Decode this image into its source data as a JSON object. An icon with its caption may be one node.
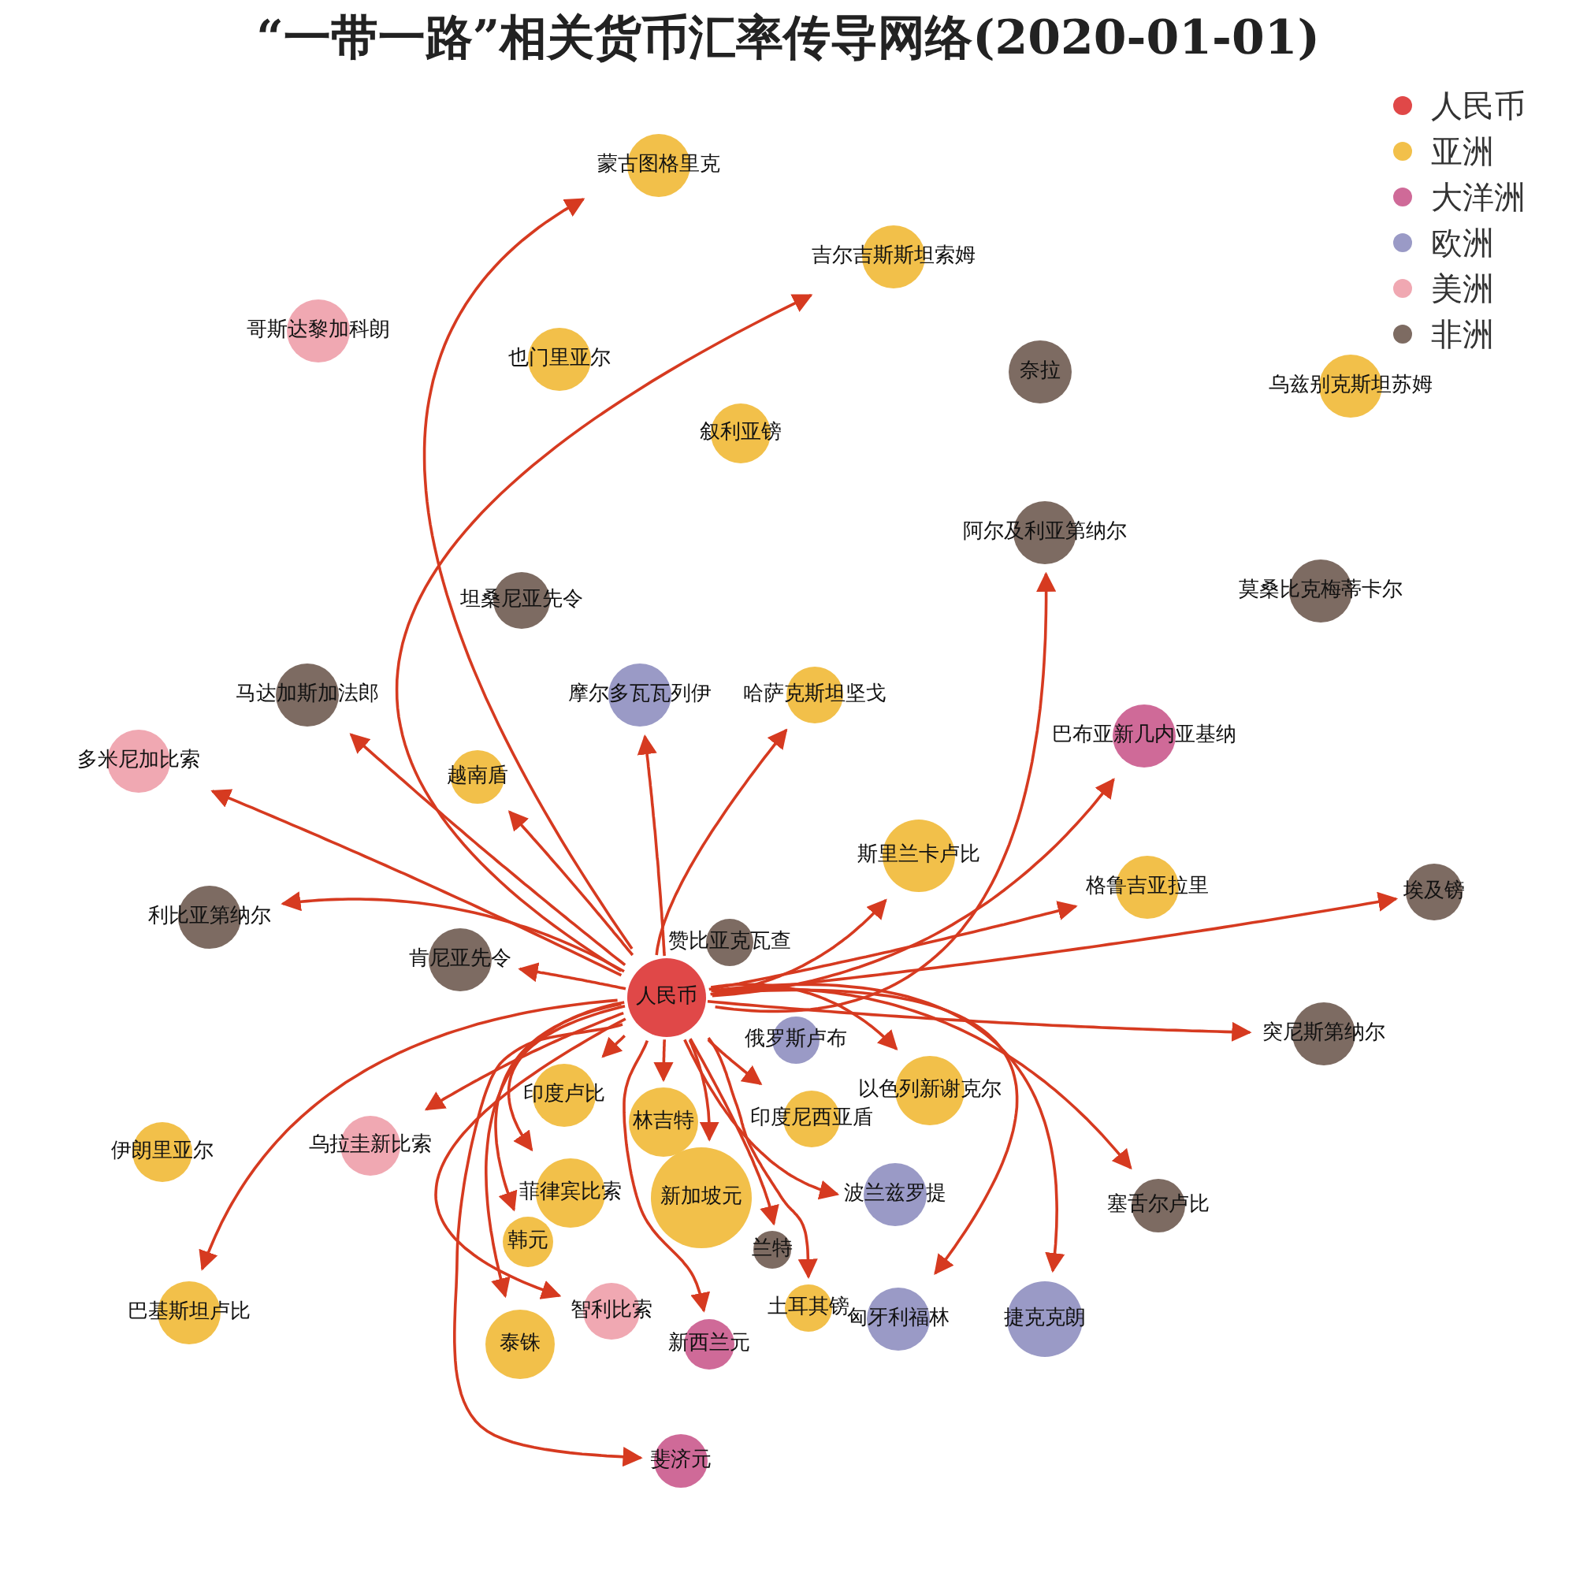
{
  "diagram": {
    "title": "“一带一路”相关货币汇率传导网络(2020-01-01)",
    "nodes": [
      {
        "text": [
          "人民币"
        ]
      },
      {
        "text": [
          "蒙古图格里克"
        ]
      },
      {
        "text": [
          "吉尔吉斯斯坦索姆"
        ]
      },
      {
        "text": [
          "哥斯达黎加科朗"
        ]
      },
      {
        "text": [
          "也门里亚尔"
        ]
      },
      {
        "text": [
          "奈拉"
        ]
      },
      {
        "text": [
          "乌兹别克斯坦苏姆"
        ]
      },
      {
        "text": [
          "叙利亚镑"
        ]
      },
      {
        "text": [
          "阿尔及利亚第纳尔"
        ]
      },
      {
        "text": [
          "莫桑比克梅蒂卡尔"
        ]
      },
      {
        "text": [
          "坦桑尼亚先令"
        ]
      },
      {
        "text": [
          "马达加斯加法郎"
        ]
      },
      {
        "text": [
          "摩尔多瓦瓦列伊"
        ]
      },
      {
        "text": [
          "哈萨克斯坦坚戈"
        ]
      },
      {
        "text": [
          "巴布亚新几内亚基纳"
        ]
      },
      {
        "text": [
          "多米尼加比索"
        ]
      },
      {
        "text": [
          "越南盾"
        ]
      },
      {
        "text": [
          "斯里兰卡卢比"
        ]
      },
      {
        "text": [
          "格鲁吉亚拉里"
        ]
      },
      {
        "text": [
          "埃及镑"
        ]
      },
      {
        "text": [
          "利比亚第纳尔"
        ]
      },
      {
        "text": [
          "赞比亚克瓦查"
        ]
      },
      {
        "text": [
          "肯尼亚先令"
        ]
      },
      {
        "text": [
          "俄罗斯卢布"
        ]
      },
      {
        "text": [
          "突尼斯第纳尔"
        ]
      },
      {
        "text": [
          "印度卢比"
        ]
      },
      {
        "text": [
          "以色列新谢克尔"
        ]
      },
      {
        "text": [
          "林吉特"
        ]
      },
      {
        "text": [
          "印度尼西亚盾"
        ]
      },
      {
        "text": [
          "伊朗里亚尔"
        ]
      },
      {
        "text": [
          "乌拉圭新比索"
        ]
      },
      {
        "text": [
          "菲律宾比索"
        ]
      },
      {
        "text": [
          "新加坡元"
        ]
      },
      {
        "text": [
          "波兰兹罗提"
        ]
      },
      {
        "text": [
          "塞舌尔卢比"
        ]
      },
      {
        "text": [
          "韩元"
        ]
      },
      {
        "text": [
          "兰特"
        ]
      },
      {
        "text": [
          "智利比索"
        ]
      },
      {
        "text": [
          "巴基斯坦卢比"
        ]
      },
      {
        "text": [
          "土耳其镑"
        ]
      },
      {
        "text": [
          "匈牙利福林"
        ]
      },
      {
        "text": [
          "捷克克朗"
        ]
      },
      {
        "text": [
          "泰铢"
        ]
      },
      {
        "text": [
          "新西兰元"
        ]
      },
      {
        "text": [
          "斐济元"
        ]
      }
    ],
    "edges": [
      {
        "from": 0,
        "to": 1,
        "arrow": "to"
      },
      {
        "from": 0,
        "to": 2,
        "arrow": "to"
      },
      {
        "from": 0,
        "to": 8,
        "arrow": "to"
      },
      {
        "from": 0,
        "to": 11,
        "arrow": "to"
      },
      {
        "from": 0,
        "to": 12,
        "arrow": "to"
      },
      {
        "from": 0,
        "to": 13,
        "arrow": "to"
      },
      {
        "from": 0,
        "to": 14,
        "arrow": "to"
      },
      {
        "from": 0,
        "to": 15,
        "arrow": "to"
      },
      {
        "from": 0,
        "to": 16,
        "arrow": "to"
      },
      {
        "from": 0,
        "to": 17,
        "arrow": "to"
      },
      {
        "from": 0,
        "to": 18,
        "arrow": "to"
      },
      {
        "from": 0,
        "to": 19,
        "arrow": "to"
      },
      {
        "from": 0,
        "to": 20,
        "arrow": "to"
      },
      {
        "from": 0,
        "to": 22,
        "arrow": "to"
      },
      {
        "from": 0,
        "to": 24,
        "arrow": "to"
      },
      {
        "from": 0,
        "to": 25,
        "arrow": "to"
      },
      {
        "from": 0,
        "to": 26,
        "arrow": "to"
      },
      {
        "from": 0,
        "to": 27,
        "arrow": "to"
      },
      {
        "from": 0,
        "to": 28,
        "arrow": "to"
      },
      {
        "from": 0,
        "to": 30,
        "arrow": "to"
      },
      {
        "from": 0,
        "to": 31,
        "arrow": "to"
      },
      {
        "from": 0,
        "to": 32,
        "arrow": "to"
      },
      {
        "from": 0,
        "to": 33,
        "arrow": "to"
      },
      {
        "from": 0,
        "to": 34,
        "arrow": "to"
      },
      {
        "from": 0,
        "to": 35,
        "arrow": "to"
      },
      {
        "from": 0,
        "to": 36,
        "arrow": "to"
      },
      {
        "from": 0,
        "to": 37,
        "arrow": "to"
      },
      {
        "from": 0,
        "to": 38,
        "arrow": "to"
      },
      {
        "from": 0,
        "to": 39,
        "arrow": "to"
      },
      {
        "from": 0,
        "to": 40,
        "arrow": "to"
      },
      {
        "from": 0,
        "to": 41,
        "arrow": "to"
      },
      {
        "from": 0,
        "to": 42,
        "arrow": "to"
      },
      {
        "from": 0,
        "to": 43,
        "arrow": "to"
      },
      {
        "from": 0,
        "to": 44,
        "arrow": "to"
      }
    ],
    "legend": [
      {
        "text": "人民币",
        "color": "#e04848"
      },
      {
        "text": "亚洲",
        "color": "#f2c04a"
      },
      {
        "text": "大洋洲",
        "color": "#cf6a98"
      },
      {
        "text": "欧洲",
        "color": "#9a9ac6"
      },
      {
        "text": "美洲",
        "color": "#f0a8b2"
      },
      {
        "text": "非洲",
        "color": "#7d6b62"
      }
    ]
  }
}
